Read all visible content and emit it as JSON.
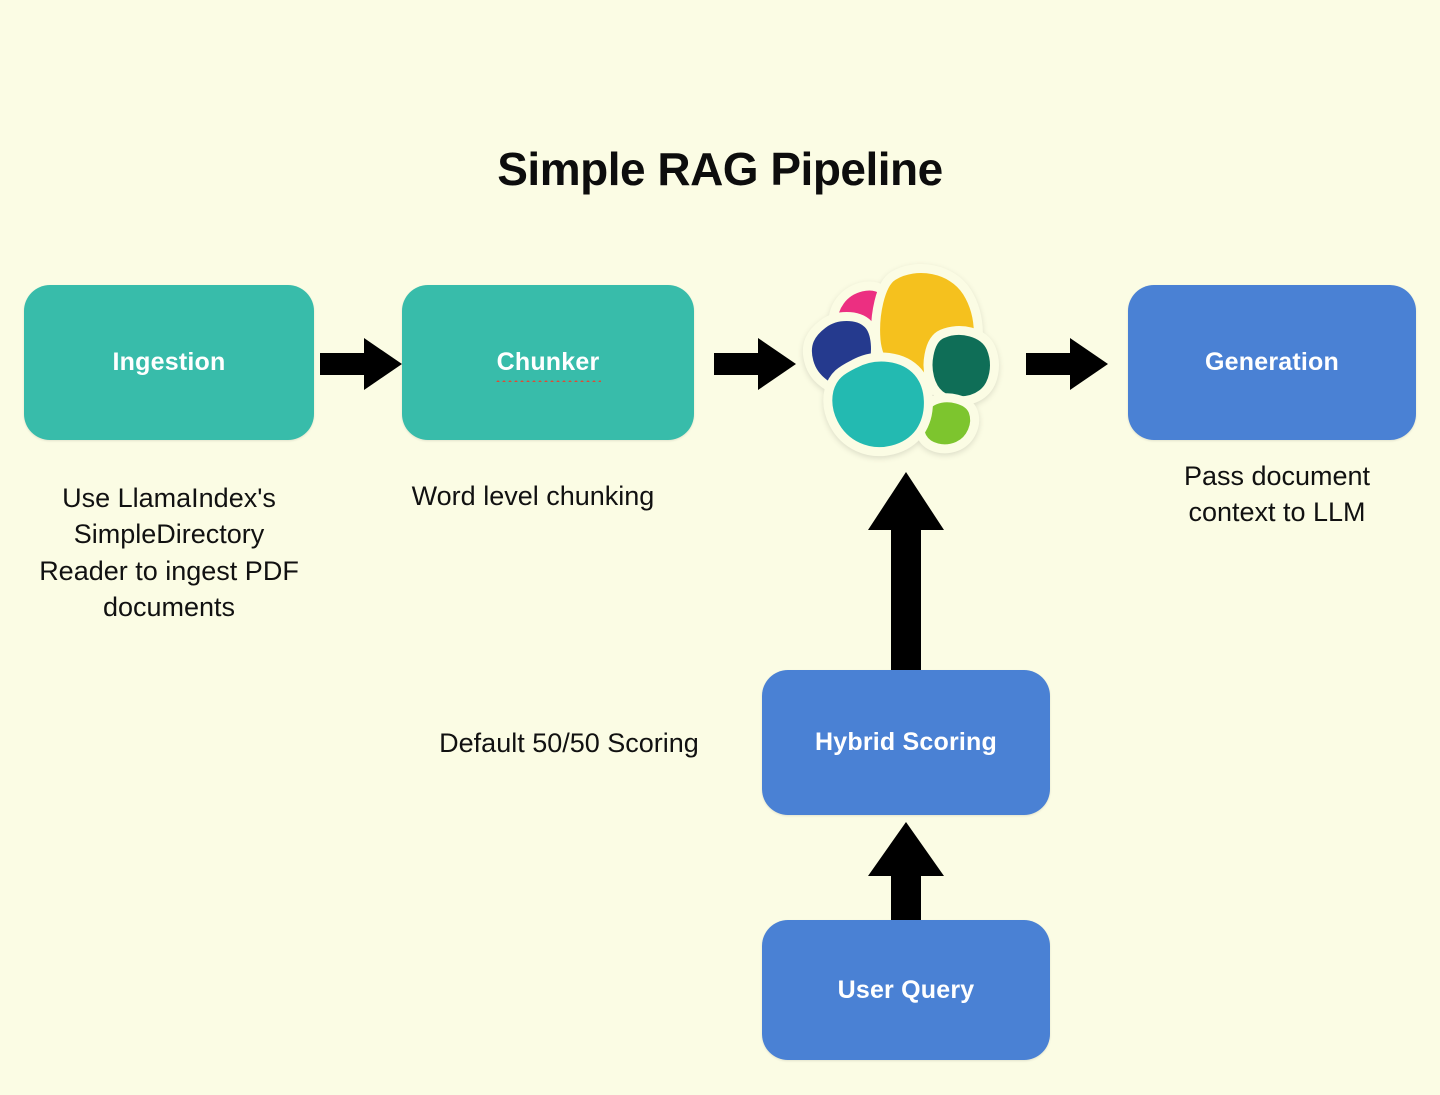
{
  "page": {
    "background_color": "#fbfce4",
    "title": "Simple RAG Pipeline"
  },
  "colors": {
    "teal_node": "#38bcaa",
    "blue_node": "#4a81d4",
    "arrow": "#000000",
    "text_dark": "#111111",
    "node_text": "#ffffff",
    "spellcheck_underline": "#e04a36"
  },
  "nodes": [
    {
      "id": "ingestion",
      "label": "Ingestion",
      "color": "teal",
      "spellcheck": false
    },
    {
      "id": "chunker",
      "label": "Chunker",
      "color": "teal",
      "spellcheck": true
    },
    {
      "id": "generation",
      "label": "Generation",
      "color": "blue",
      "spellcheck": false
    },
    {
      "id": "hybrid-scoring",
      "label": "Hybrid Scoring",
      "color": "blue",
      "spellcheck": false
    },
    {
      "id": "user-query",
      "label": "User Query",
      "color": "blue",
      "spellcheck": false
    }
  ],
  "vector_store": {
    "name": "elasticsearch-logo",
    "petals": [
      {
        "name": "pink-petal",
        "color": "#ec2f81"
      },
      {
        "name": "yellow-petal",
        "color": "#f5c11e"
      },
      {
        "name": "blue-petal",
        "color": "#253a8e"
      },
      {
        "name": "dark-green-petal",
        "color": "#0f6e57"
      },
      {
        "name": "light-green-petal",
        "color": "#7dc52e"
      },
      {
        "name": "teal-petal",
        "color": "#23bab1"
      }
    ]
  },
  "captions": {
    "ingestion": "Use LlamaIndex's\nSimpleDirectory\nReader to ingest PDF\ndocuments",
    "chunker": "Word level chunking",
    "generation": "Pass document\ncontext to LLM",
    "hybrid_scoring": "Default 50/50 Scoring"
  },
  "arrows": [
    {
      "id": "ingestion-to-chunker",
      "direction": "right"
    },
    {
      "id": "chunker-to-vectorstore",
      "direction": "right"
    },
    {
      "id": "vectorstore-to-generation",
      "direction": "right"
    },
    {
      "id": "hybrid-to-vectorstore",
      "direction": "up"
    },
    {
      "id": "query-to-hybrid",
      "direction": "up"
    }
  ]
}
